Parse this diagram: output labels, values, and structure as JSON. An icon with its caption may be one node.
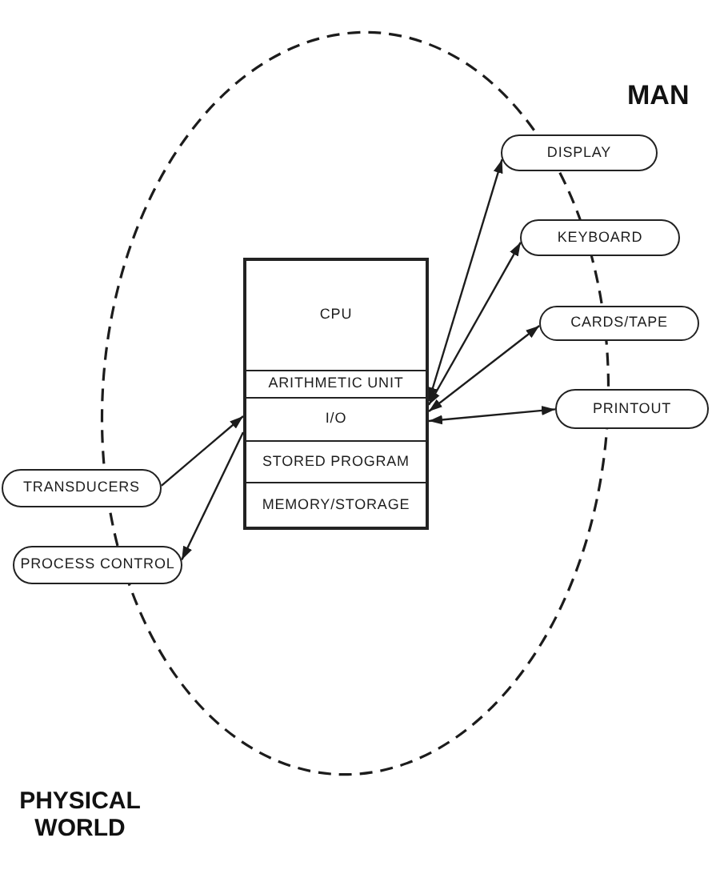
{
  "diagram": {
    "nodes": [
      {
        "text": [
          "DISPLAY"
        ]
      },
      {
        "text": [
          "KEYBOARD"
        ]
      },
      {
        "text": [
          "CPU"
        ]
      },
      {
        "text": [
          "ARITHMETIC UNIT"
        ]
      },
      {
        "text": [
          "I/O"
        ]
      },
      {
        "text": [
          "STORED PROGRAM"
        ]
      },
      {
        "text": [
          "MEMORY/STORAGE"
        ]
      },
      {
        "text": [
          "CARDS/TAPE"
        ]
      },
      {
        "text": [
          "PRINTOUT"
        ]
      },
      {
        "text": [
          "TRANSDUCERS"
        ]
      },
      {
        "text": [
          "PROCESS CONTROL"
        ]
      }
    ],
    "edges": [
      {
        "from": 4,
        "to": 0,
        "arrow": "both"
      },
      {
        "from": 4,
        "to": 1,
        "arrow": "both"
      },
      {
        "from": 4,
        "to": 7,
        "arrow": "both"
      },
      {
        "from": 4,
        "to": 8,
        "arrow": "both"
      },
      {
        "from": 9,
        "to": 4,
        "arrow": "to"
      },
      {
        "from": 4,
        "to": 10,
        "arrow": "to"
      }
    ],
    "labels": [
      "MAN",
      "PHYSICAL WORLD"
    ]
  }
}
